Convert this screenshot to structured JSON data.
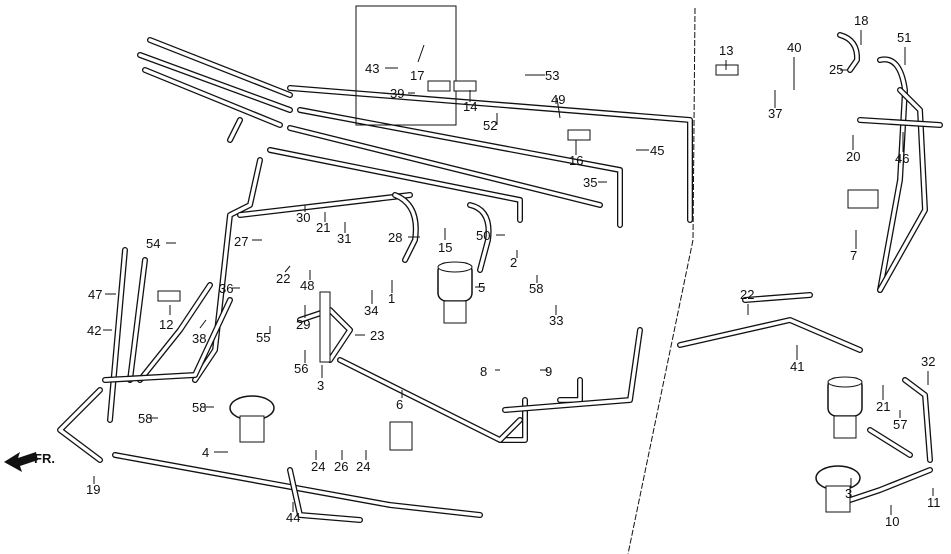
{
  "diagram": {
    "direction_label": "FR.",
    "part_labels": [
      "43",
      "17",
      "39",
      "14",
      "53",
      "52",
      "49",
      "16",
      "35",
      "45",
      "27",
      "30",
      "21",
      "31",
      "28",
      "15",
      "50",
      "54",
      "47",
      "42",
      "12",
      "38",
      "36",
      "22",
      "48",
      "29",
      "34",
      "1",
      "2",
      "5",
      "58",
      "33",
      "55",
      "56",
      "3",
      "23",
      "8",
      "9",
      "58",
      "58",
      "4",
      "6",
      "24",
      "26",
      "24",
      "19",
      "44",
      "13",
      "40",
      "18",
      "51",
      "25",
      "37",
      "20",
      "46",
      "7",
      "22",
      "41",
      "21",
      "32",
      "57",
      "3",
      "10",
      "11"
    ]
  }
}
